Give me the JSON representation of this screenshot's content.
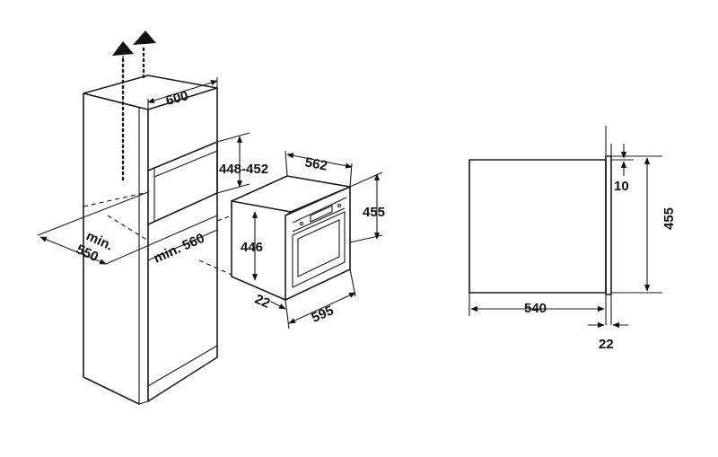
{
  "labels": {
    "cabinet_width": "600",
    "niche_height": "448-452",
    "oven_depth": "562",
    "oven_height": "455",
    "oven_front_height": "446",
    "front_offset": "22",
    "oven_width": "595",
    "min_depth_prefix": "min.",
    "min_depth_value": "550",
    "min_width": "min. 560",
    "side_top_gap": "10",
    "side_height": "455",
    "side_depth": "540",
    "side_front_offset": "22"
  },
  "colors": {
    "line": "#1a1a1a",
    "background": "#ffffff"
  },
  "icons": [
    "ventilation-arrow-icon"
  ]
}
